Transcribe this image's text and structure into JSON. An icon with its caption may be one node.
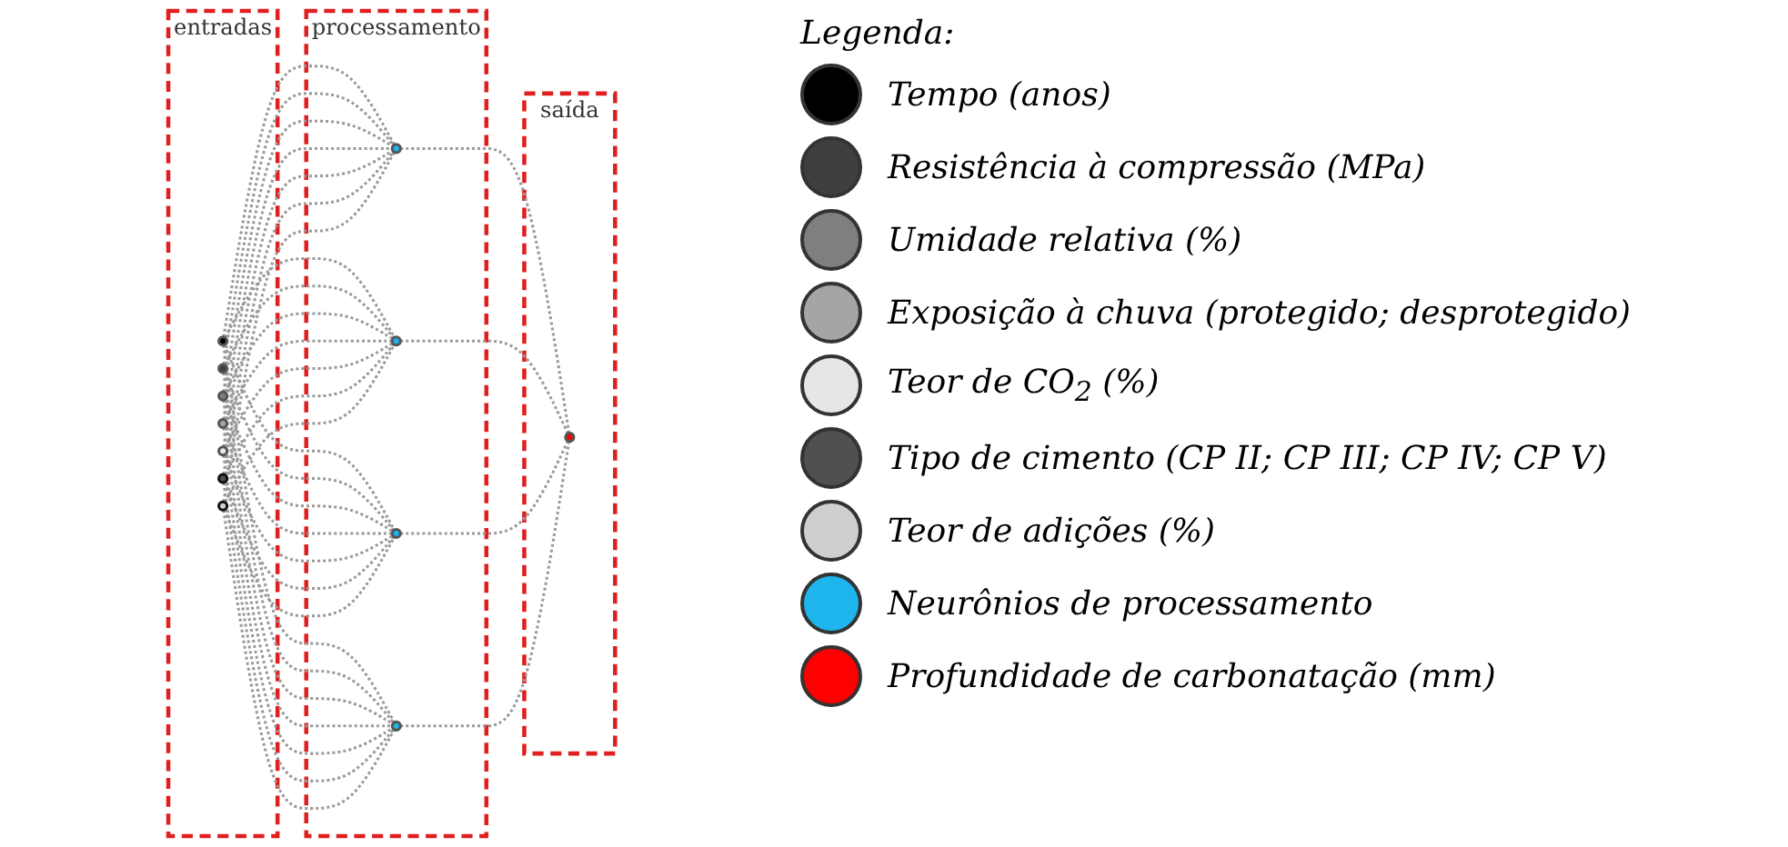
{
  "diagram": {
    "nodes": [
      {
        "text": [
          "entradas"
        ]
      },
      {
        "text": [],
        "shape": "circle",
        "in": 0
      },
      {
        "text": [],
        "shape": "circle",
        "in": 0
      },
      {
        "text": [],
        "shape": "circle",
        "in": 0
      },
      {
        "text": [],
        "shape": "circle",
        "in": 0
      },
      {
        "text": [],
        "shape": "circle",
        "in": 0
      },
      {
        "text": [],
        "shape": "circle",
        "in": 0
      },
      {
        "text": [],
        "shape": "circle",
        "in": 0
      },
      {
        "text": [
          "processamento"
        ]
      },
      {
        "text": [],
        "shape": "circle",
        "in": 8
      },
      {
        "text": [],
        "shape": "circle",
        "in": 8
      },
      {
        "text": [],
        "shape": "circle",
        "in": 8
      },
      {
        "text": [],
        "shape": "circle",
        "in": 8
      },
      {
        "text": [
          "saída"
        ]
      },
      {
        "text": [],
        "shape": "circle",
        "in": 13
      }
    ],
    "edges": [
      {
        "from": 1,
        "to": 9,
        "arrow": "none",
        "style": "dashed"
      },
      {
        "from": 1,
        "to": 10,
        "arrow": "none",
        "style": "dashed"
      },
      {
        "from": 1,
        "to": 11,
        "arrow": "none",
        "style": "dashed"
      },
      {
        "from": 1,
        "to": 12,
        "arrow": "none",
        "style": "dashed"
      },
      {
        "from": 2,
        "to": 9,
        "arrow": "none",
        "style": "dashed"
      },
      {
        "from": 2,
        "to": 10,
        "arrow": "none",
        "style": "dashed"
      },
      {
        "from": 2,
        "to": 11,
        "arrow": "none",
        "style": "dashed"
      },
      {
        "from": 2,
        "to": 12,
        "arrow": "none",
        "style": "dashed"
      },
      {
        "from": 3,
        "to": 9,
        "arrow": "none",
        "style": "dashed"
      },
      {
        "from": 3,
        "to": 10,
        "arrow": "none",
        "style": "dashed"
      },
      {
        "from": 3,
        "to": 11,
        "arrow": "none",
        "style": "dashed"
      },
      {
        "from": 3,
        "to": 12,
        "arrow": "none",
        "style": "dashed"
      },
      {
        "from": 4,
        "to": 9,
        "arrow": "none",
        "style": "dashed"
      },
      {
        "from": 4,
        "to": 10,
        "arrow": "none",
        "style": "dashed"
      },
      {
        "from": 4,
        "to": 11,
        "arrow": "none",
        "style": "dashed"
      },
      {
        "from": 4,
        "to": 12,
        "arrow": "none",
        "style": "dashed"
      },
      {
        "from": 5,
        "to": 9,
        "arrow": "none",
        "style": "dashed"
      },
      {
        "from": 5,
        "to": 10,
        "arrow": "none",
        "style": "dashed"
      },
      {
        "from": 5,
        "to": 11,
        "arrow": "none",
        "style": "dashed"
      },
      {
        "from": 5,
        "to": 12,
        "arrow": "none",
        "style": "dashed"
      },
      {
        "from": 6,
        "to": 9,
        "arrow": "none",
        "style": "dashed"
      },
      {
        "from": 6,
        "to": 10,
        "arrow": "none",
        "style": "dashed"
      },
      {
        "from": 6,
        "to": 11,
        "arrow": "none",
        "style": "dashed"
      },
      {
        "from": 6,
        "to": 12,
        "arrow": "none",
        "style": "dashed"
      },
      {
        "from": 7,
        "to": 9,
        "arrow": "none",
        "style": "dashed"
      },
      {
        "from": 7,
        "to": 10,
        "arrow": "none",
        "style": "dashed"
      },
      {
        "from": 7,
        "to": 11,
        "arrow": "none",
        "style": "dashed"
      },
      {
        "from": 7,
        "to": 12,
        "arrow": "none",
        "style": "dashed"
      },
      {
        "from": 9,
        "to": 14,
        "arrow": "none",
        "style": "dashed"
      },
      {
        "from": 10,
        "to": 14,
        "arrow": "none",
        "style": "dashed"
      },
      {
        "from": 11,
        "to": 14,
        "arrow": "none",
        "style": "dashed"
      },
      {
        "from": 12,
        "to": 14,
        "arrow": "none",
        "style": "dashed"
      }
    ],
    "labels": [
      "Legenda:"
    ],
    "legend": [
      {
        "text": "Tempo (anos)",
        "color": "#000000"
      },
      {
        "text": "Resistência à compressão (MPa)",
        "color": "#3f3f3f"
      },
      {
        "text": "Umidade relativa (%)",
        "color": "#7f7f7f"
      },
      {
        "text": "Exposição à chuva (protegido; desprotegido)",
        "color": "#a5a5a5"
      },
      {
        "text": "Teor de CO$_{2}$ (%)",
        "color": "#e6e6e6"
      },
      {
        "text": "Tipo de cimento (CP II; CP III; CP IV; CP V)",
        "color": "#505050"
      },
      {
        "text": "Teor de adições (%)",
        "color": "#cfcfcf"
      },
      {
        "text": "Neurônios de processamento",
        "color": "#1eb4ec"
      },
      {
        "text": "Profundidade de carbonatação (mm)",
        "color": "#ff0000"
      }
    ]
  }
}
